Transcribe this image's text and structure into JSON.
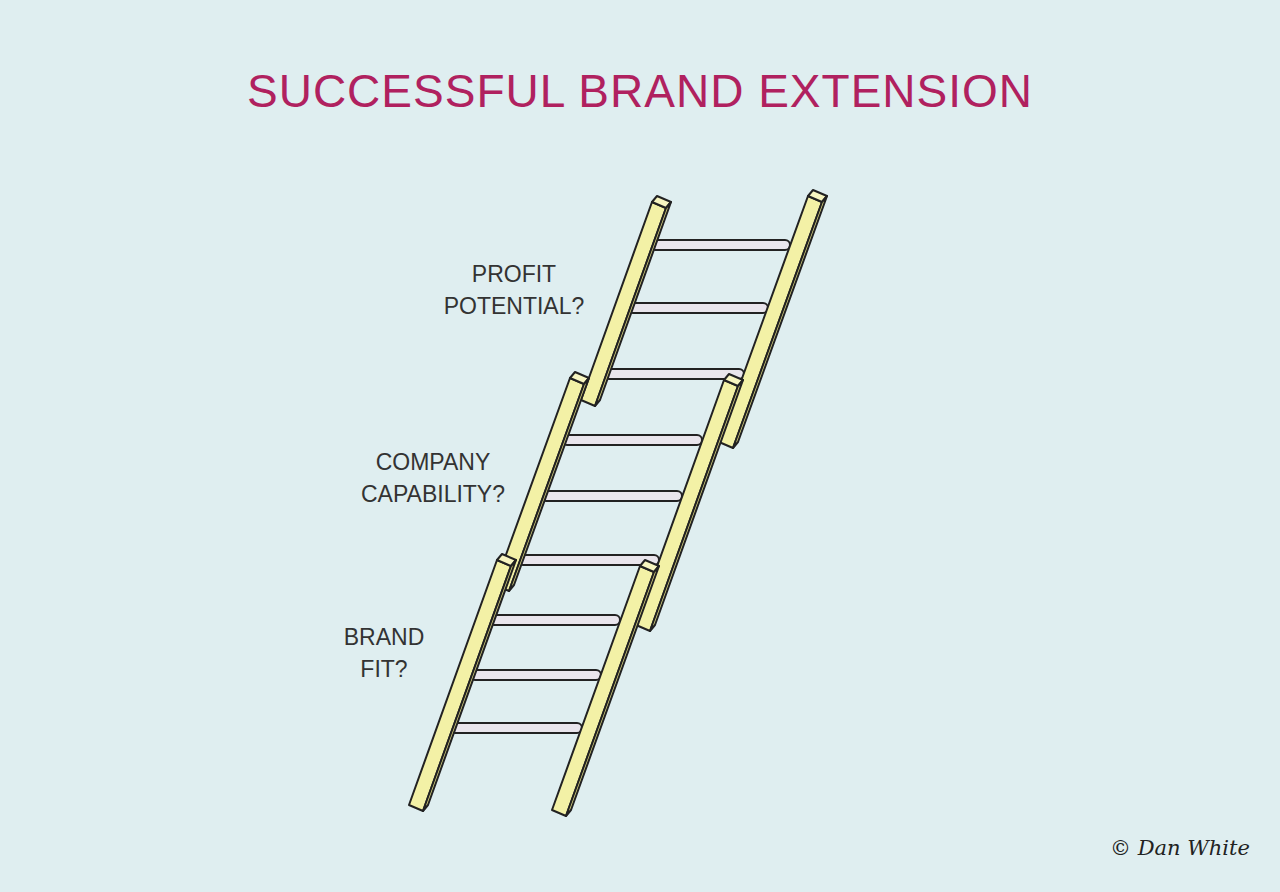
{
  "diagram": {
    "title": "SUCCESSFUL BRAND EXTENSION",
    "labels": [
      "PROFIT POTENTIAL?",
      "COMPANY CAPABILITY?",
      "BRAND FIT?",
      "© Dan White"
    ]
  }
}
